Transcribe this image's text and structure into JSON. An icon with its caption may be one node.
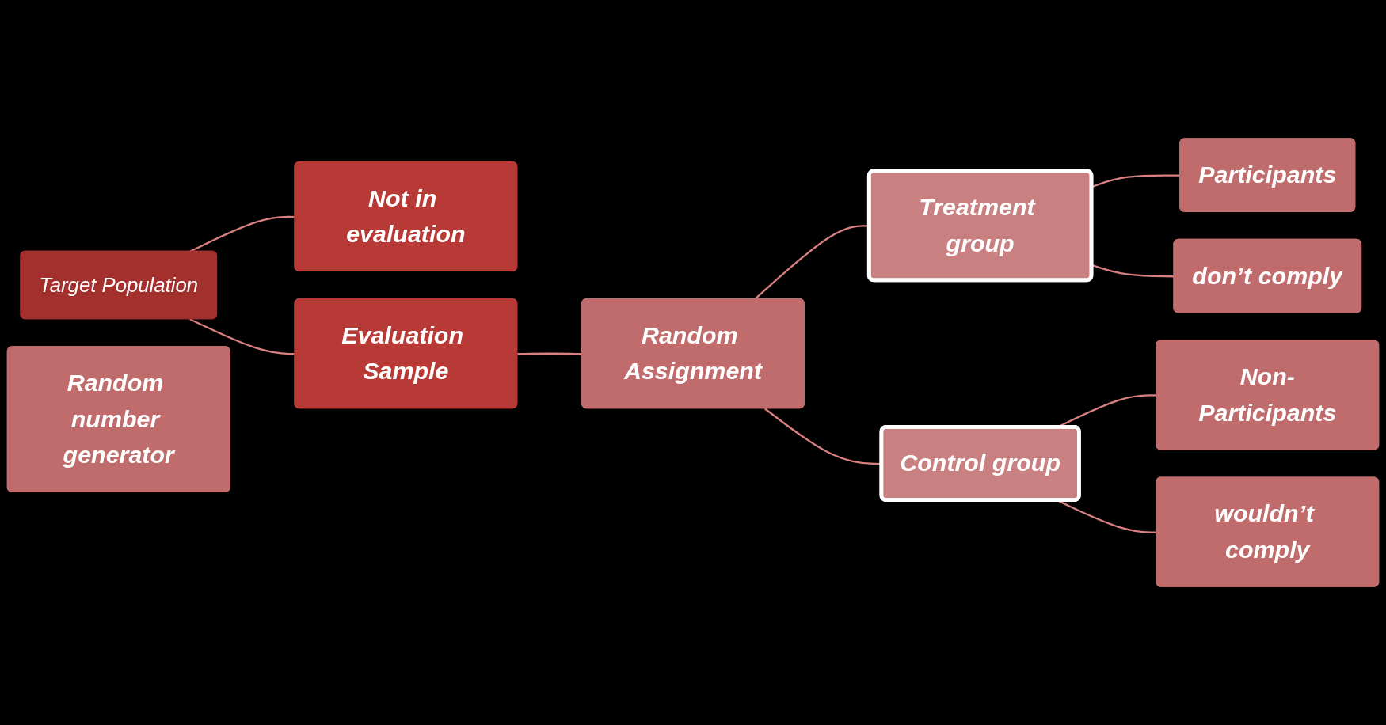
{
  "diagram": {
    "nodes": [
      {
        "text": [
          "Target Population"
        ]
      },
      {
        "text": [
          "Not in evaluation"
        ]
      },
      {
        "text": [
          "Random number generator"
        ]
      },
      {
        "text": [
          "Evaluation Sample"
        ]
      },
      {
        "text": [
          "Random Assignment"
        ]
      },
      {
        "text": [
          "Treatment group"
        ]
      },
      {
        "text": [
          "Control group"
        ]
      },
      {
        "text": [
          "Participants"
        ]
      },
      {
        "text": [
          "don’t comply"
        ]
      },
      {
        "text": [
          "Non-Participants"
        ]
      },
      {
        "text": [
          "wouldn’t comply"
        ]
      }
    ],
    "edges": [
      {
        "from": 0,
        "to": 1,
        "arrow": "none"
      },
      {
        "from": 0,
        "to": 3,
        "arrow": "none"
      },
      {
        "from": 3,
        "to": 4,
        "arrow": "none"
      },
      {
        "from": 4,
        "to": 5,
        "arrow": "none"
      },
      {
        "from": 4,
        "to": 6,
        "arrow": "none"
      },
      {
        "from": 5,
        "to": 7,
        "arrow": "none"
      },
      {
        "from": 5,
        "to": 8,
        "arrow": "none"
      },
      {
        "from": 6,
        "to": 9,
        "arrow": "none"
      },
      {
        "from": 6,
        "to": 10,
        "arrow": "none"
      }
    ]
  }
}
